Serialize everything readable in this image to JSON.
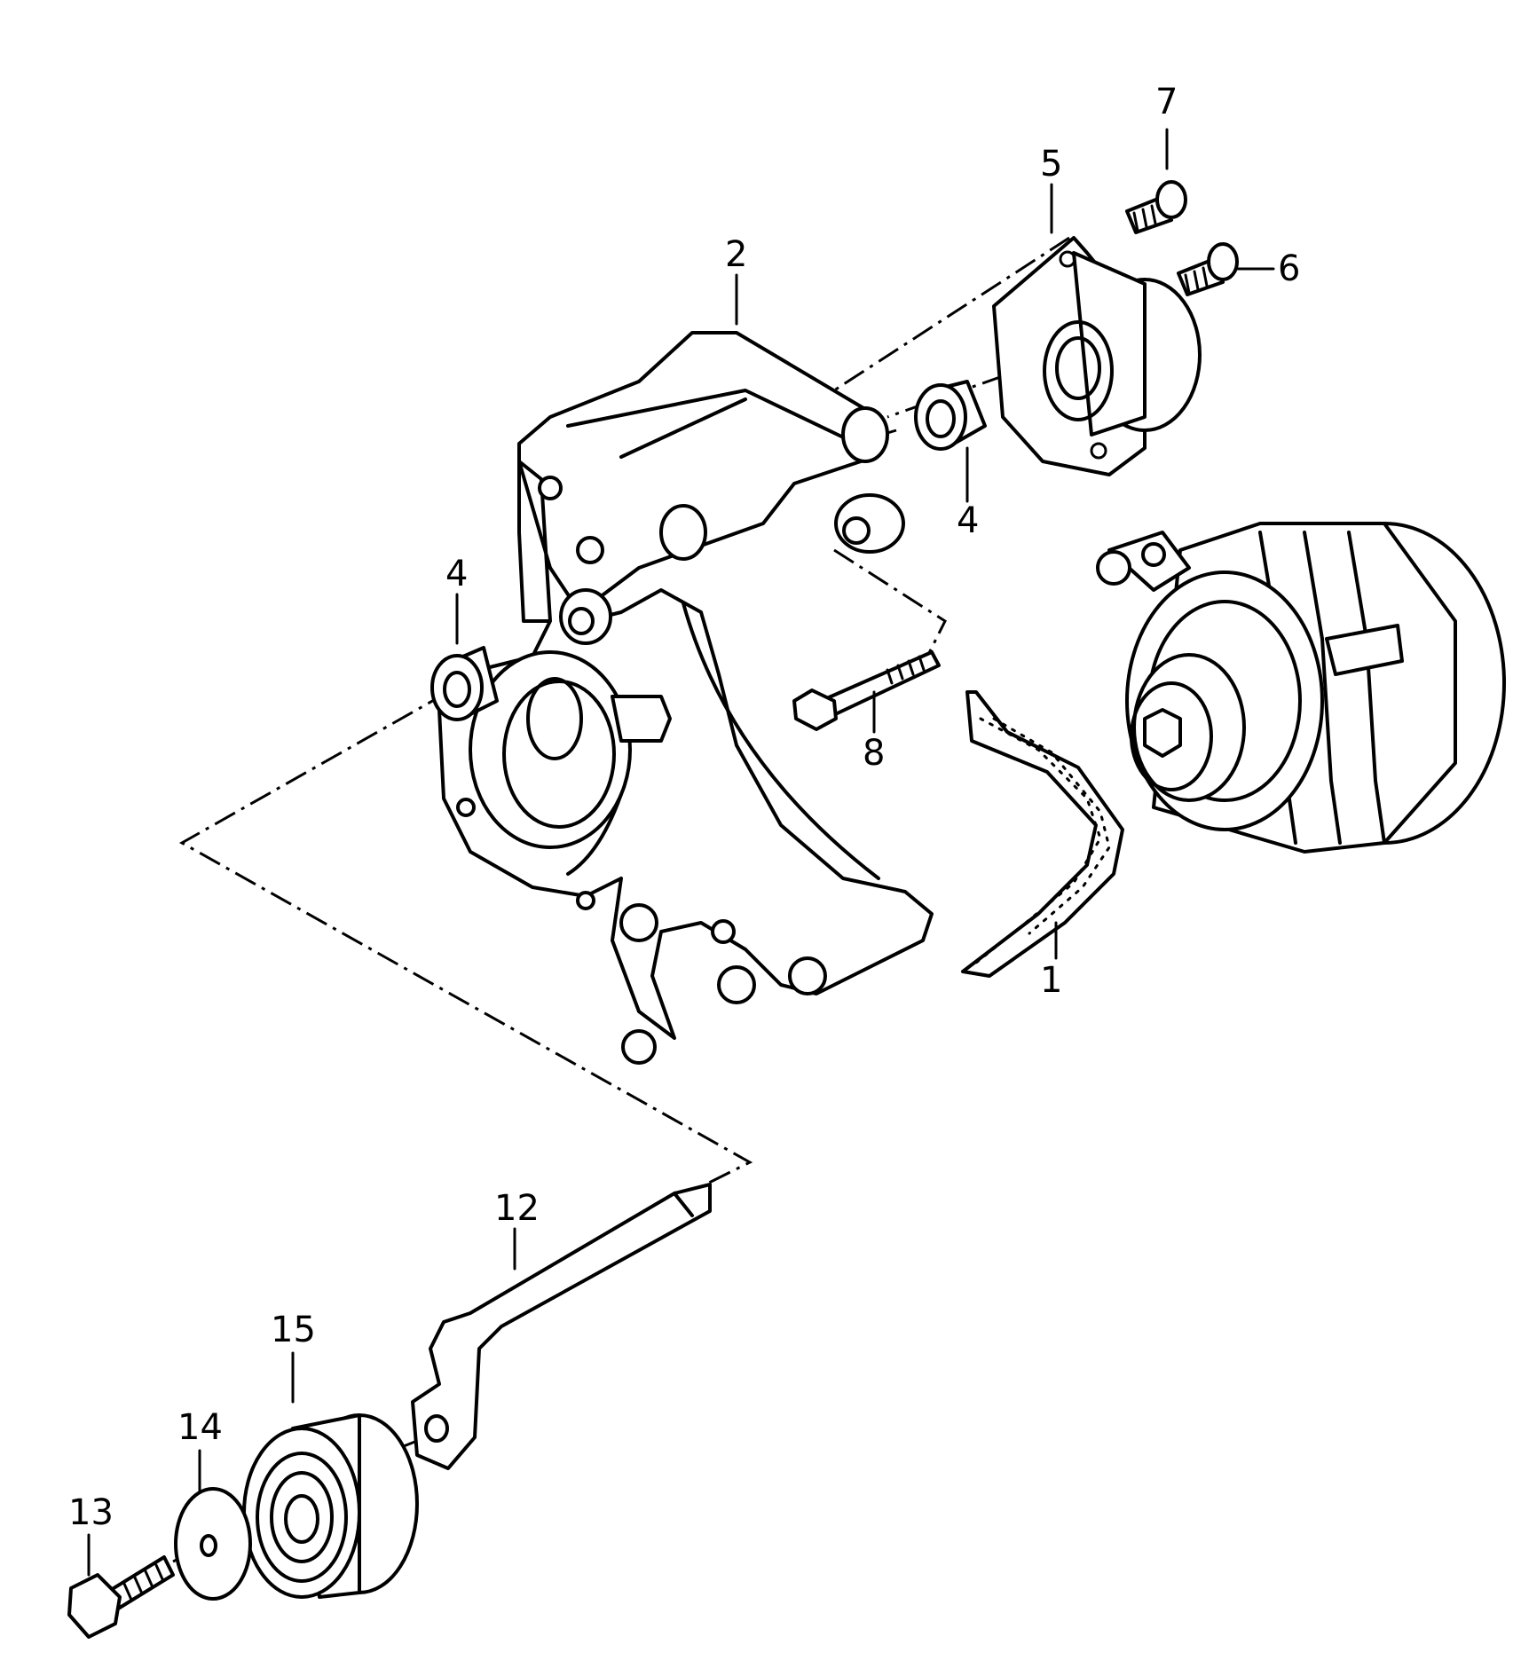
{
  "callouts": [
    {
      "id": "c1",
      "text": "1"
    },
    {
      "id": "c2",
      "text": "2"
    },
    {
      "id": "c4a",
      "text": "4"
    },
    {
      "id": "c4b",
      "text": "4"
    },
    {
      "id": "c5",
      "text": "5"
    },
    {
      "id": "c6",
      "text": "6"
    },
    {
      "id": "c7",
      "text": "7"
    },
    {
      "id": "c8",
      "text": "8"
    },
    {
      "id": "c12",
      "text": "12"
    },
    {
      "id": "c13",
      "text": "13"
    },
    {
      "id": "c14",
      "text": "14"
    },
    {
      "id": "c15",
      "text": "15"
    }
  ]
}
